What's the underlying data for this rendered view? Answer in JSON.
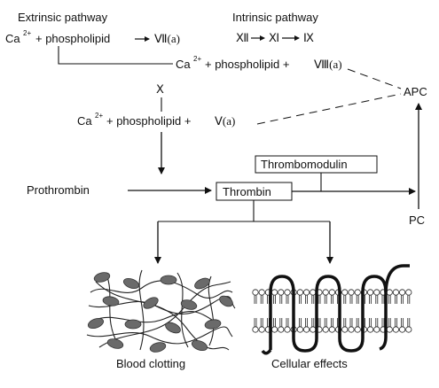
{
  "title_extrinsic": "Extrinsic pathway",
  "title_intrinsic": "Intrinsic pathway",
  "extrinsic_eq": {
    "ca": "Ca",
    "ca_sup": "2+",
    "phospholipid": "+ phospholipid",
    "factor": "Ⅶ(a)"
  },
  "intrinsic_chain": [
    "Ⅻ",
    "Ⅺ",
    "Ⅸ"
  ],
  "eq_viii": {
    "ca": "Ca",
    "ca_sup": "2+",
    "phospholipid": "+ phospholipid +",
    "factor": "Ⅷ(a)"
  },
  "factor_x": "Ⅹ",
  "eq_v": {
    "ca": "Ca",
    "ca_sup": "2+",
    "phospholipid": "+ phospholipid +",
    "factor": "Ⅴ(a)"
  },
  "apc": "APC",
  "pc": "PC",
  "prothrombin": "Prothrombin",
  "thrombin": "Thrombin",
  "thrombomodulin": "Thrombomodulin",
  "blood_clotting": "Blood clotting",
  "cellular_effects": "Cellular effects"
}
